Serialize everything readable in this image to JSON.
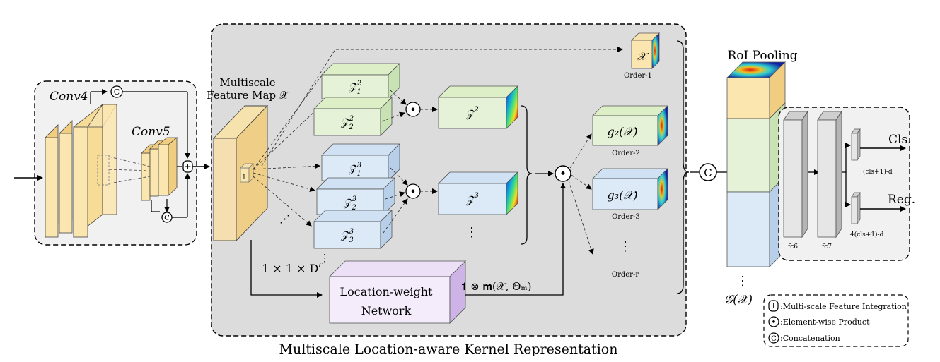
{
  "conv4_label": "Conv4",
  "conv5_label": "Conv5",
  "feature_map_title_line1": "Multiscale",
  "feature_map_title_line2": "Feature Map 𝒳",
  "dim_label": "1 × 1 × D",
  "dim_sup": "r",
  "z_blocks": [
    {
      "base": "𝒵",
      "sub": "1",
      "sup": "2"
    },
    {
      "base": "𝒵",
      "sub": "2",
      "sup": "2"
    },
    {
      "base": "𝒵",
      "sub": "1",
      "sup": "3"
    },
    {
      "base": "𝒵",
      "sub": "2",
      "sup": "3"
    },
    {
      "base": "𝒵",
      "sub": "3",
      "sup": "3"
    }
  ],
  "z_products": [
    {
      "base": "𝒵",
      "sup": "2"
    },
    {
      "base": "𝒵",
      "sup": "3"
    }
  ],
  "order_blocks": [
    {
      "text": "𝒳",
      "label": "Order-1"
    },
    {
      "text": "g₂(𝒳)",
      "label": "Order-2"
    },
    {
      "text": "g₃(𝒳)",
      "label": "Order-3"
    }
  ],
  "order_r_label": "Order-r",
  "location_net_line1": "Location-weight",
  "location_net_line2": "Network",
  "location_formula": "𝟏 ⊗ 𝐦(𝒳, Θₘ)",
  "main_box_caption": "Multiscale Location-aware Kernel Representation",
  "roi_pooling_label": "RoI Pooling",
  "g_label": "𝒢(𝒳)",
  "concat_symbol": "C",
  "dot_symbol": "•",
  "plus_symbol": "+",
  "fc6_label": "fc6",
  "fc7_label": "fc7",
  "cls_label": "Cls.",
  "reg_label": "Reg.",
  "cls_dim_label": "(cls+1)-d",
  "reg_dim_label": "4(cls+1)-d",
  "legend": [
    {
      "symbol": "+",
      "text": ":Multi-scale Feature Integration"
    },
    {
      "symbol": "•",
      "text": ":Element-wise Product"
    },
    {
      "symbol": "C",
      "text": ":Concatenation"
    }
  ],
  "small_cube_label": "1",
  "colors": {
    "yellow_front": "#fbe6b0",
    "yellow_side": "#f0cd80",
    "green_front": "#e6f2d8",
    "green_side": "#c9e2b4",
    "blue_front": "#dce9f6",
    "blue_side": "#b7cfe9",
    "purple_front": "#f4ecfb",
    "purple_side": "#cdb3e6",
    "gray_box": "#dcdcdc",
    "fc_front": "#e6e6e6",
    "fc_side": "#b5b5b5"
  }
}
